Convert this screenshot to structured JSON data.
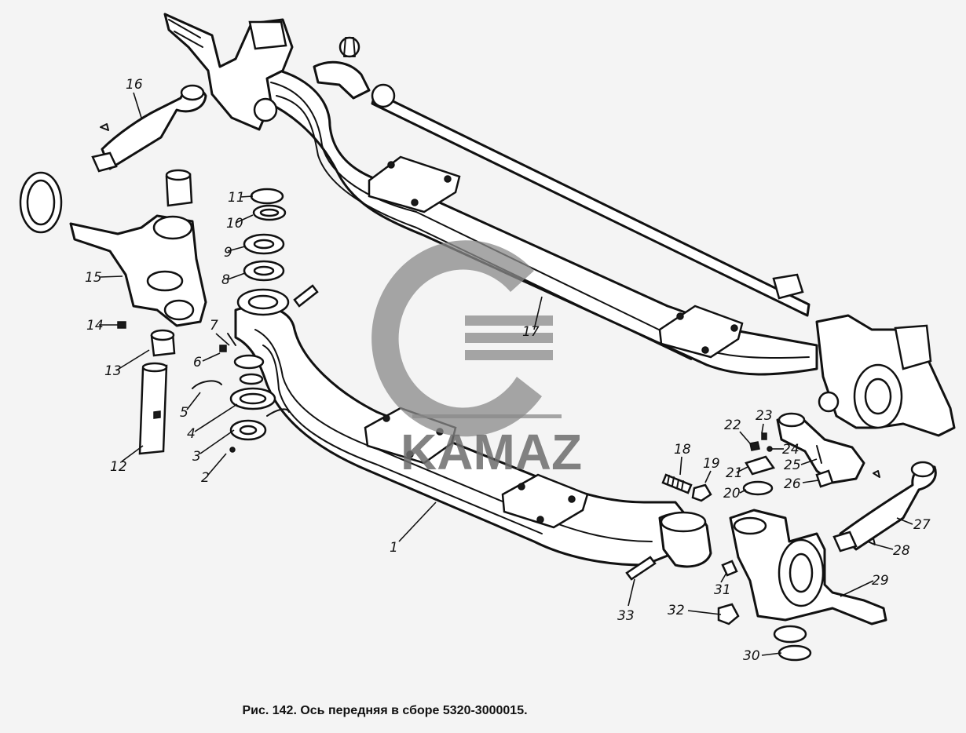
{
  "caption": "Рис. 142. Ось передняя в сборе 5320-3000015.",
  "watermark": {
    "text": "KAMAZ",
    "color": "#6c6c6c"
  },
  "part_numbers": [
    "1",
    "2",
    "3",
    "4",
    "5",
    "6",
    "7",
    "8",
    "9",
    "10",
    "11",
    "12",
    "13",
    "14",
    "15",
    "16",
    "17",
    "18",
    "19",
    "20",
    "21",
    "22",
    "23",
    "24",
    "25",
    "26",
    "27",
    "28",
    "29",
    "30",
    "31",
    "32",
    "33"
  ]
}
